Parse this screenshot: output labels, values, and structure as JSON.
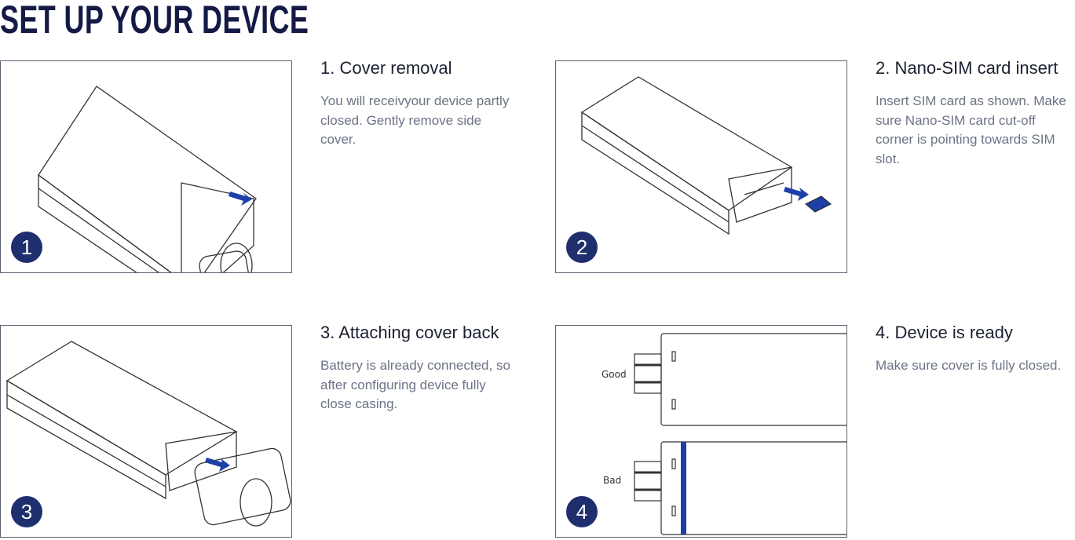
{
  "page_title": "SET UP YOUR DEVICE",
  "accent_color": "#1f2f6e",
  "steps": [
    {
      "number": "1",
      "heading": "1. Cover removal",
      "text": "You will receivyour device partly closed. Gently remove side cover."
    },
    {
      "number": "2",
      "heading": "2. Nano-SIM card insert",
      "text": "Insert SIM card as shown. Make sure Nano-SIM card cut-off corner is pointing towards SIM slot."
    },
    {
      "number": "3",
      "heading": "3. Attaching cover back",
      "text": "Battery is already connected, so after configuring device fully close casing."
    },
    {
      "number": "4",
      "heading": "4. Device is ready",
      "text": "Make sure cover is fully closed."
    }
  ],
  "illustration_labels": {
    "good": "Good",
    "bad": "Bad"
  }
}
